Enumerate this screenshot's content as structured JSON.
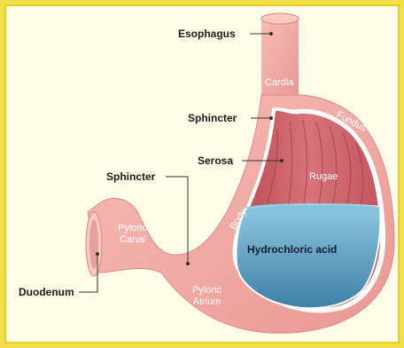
{
  "labels": {
    "esophagus": "Esophagus",
    "sphincter_upper": "Sphincter",
    "serosa": "Serosa",
    "sphincter_lower": "Sphincter",
    "duodenum": "Duodenum"
  },
  "inner_labels": {
    "cardia": "Cardia",
    "fundus": "Fundus",
    "rugae": "Rugae",
    "body": "Body",
    "pyloric_canal_1": "Pyloric",
    "pyloric_canal_2": "Canal",
    "pyloric_atrium_1": "Pyloric",
    "pyloric_atrium_2": "Atrium",
    "hydrochloric_acid": "Hydrochloric acid"
  },
  "colors": {
    "background": "#fffde8",
    "border": "#f3e04a",
    "stomach_outer": "#f2a9a3",
    "stomach_inner": "#c95a5e",
    "acid": "#5f9fbf"
  }
}
